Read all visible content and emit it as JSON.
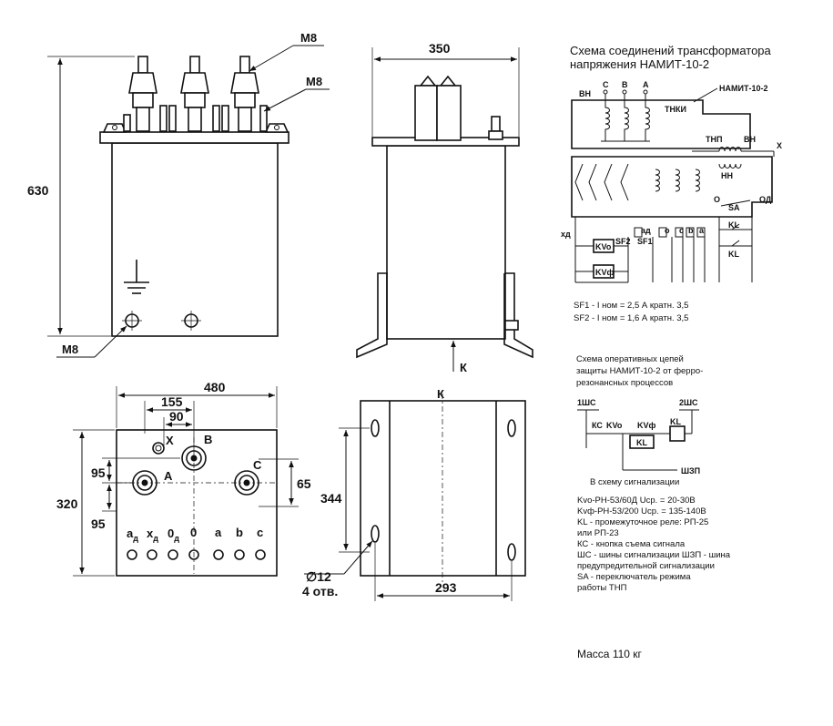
{
  "drawing": {
    "dims": {
      "height_630": "630",
      "width_350": "350",
      "width_480": "480",
      "d155": "155",
      "d90": "90",
      "d95a": "95",
      "d95b": "95",
      "d320": "320",
      "d65": "65",
      "d344": "344",
      "d293": "293",
      "hole_dia": "∅12",
      "hole_count": "4 отв."
    },
    "labels": {
      "m8_top": "M8",
      "m8_side": "M8",
      "m8_bottom": "M8",
      "k_arrow": "К",
      "k_top": "К",
      "terminal_x": "X",
      "terminal_a": "A",
      "terminal_b": "B",
      "terminal_c": "C",
      "bottom_terminals": [
        "a",
        "x",
        "0",
        "0",
        "a",
        "b",
        "c"
      ],
      "bottom_sub": [
        "д",
        "д",
        "д"
      ]
    }
  },
  "scheme": {
    "title_line1": "Схема соединений трансформатора",
    "title_line2": "напряжения НАМИТ-10-2",
    "phase_c": "С",
    "phase_b": "В",
    "phase_a": "А",
    "vn": "ВН",
    "namit": "НАМИТ-10-2",
    "tnki": "ТНКИ",
    "tnp": "ТНП",
    "vn2": "ВН",
    "nn": "НН",
    "x": "Х",
    "o": "О",
    "od": "ОД",
    "sa": "SA",
    "kl1": "KL",
    "kl2": "KL",
    "xd": "хд",
    "ad": "ад",
    "o_term": "о",
    "c_term": "с",
    "b_term": "b",
    "a_term": "а",
    "kvo": "KVo",
    "kvf": "KVф",
    "sf2": "SF2",
    "sf1": "SF1",
    "note1": "SF1 - I ном = 2,5 А кратн. 3,5",
    "note2": "SF2 - I ном = 1,6 А кратн. 3,5"
  },
  "protection": {
    "title_line1": "Схема оперативных цепей",
    "title_line2": "защиты НАМИТ-10-2 от ферро-",
    "title_line3": "резонансных процессов",
    "shc1": "1ШС",
    "shc2": "2ШС",
    "kc": "КС",
    "kvo": "KVo",
    "kvf": "KVф",
    "kl": "KL",
    "kl_contact": "KL",
    "szp": "ШЗП",
    "to_signal": "В схему сигнализации",
    "legend": [
      "Kvo-РН-53/60Д Uср. = 20-30В",
      "Kvф-РН-53/200 Uср. = 135-140В",
      "KL - промежуточное реле: РП-25",
      "или РП-23",
      "КС - кнопка съема сигнала",
      "ШС - шины сигнализации ШЗП - шина",
      "предупредительной сигнализации",
      "SA - переключатель режима",
      "работы ТНП"
    ]
  },
  "mass": "Масса 110 кг"
}
